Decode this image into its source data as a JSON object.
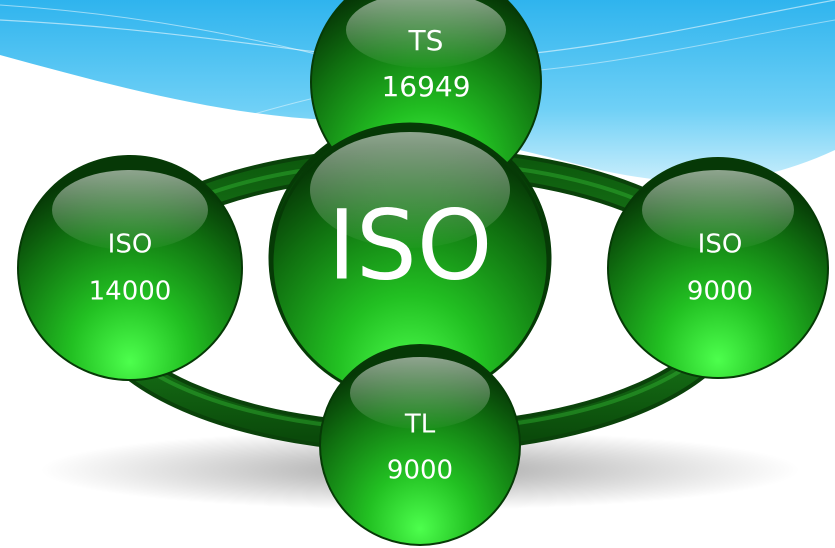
{
  "diagram": {
    "center": {
      "label": "ISO"
    },
    "nodes": {
      "top": {
        "line1": "TS",
        "line2": "16949"
      },
      "left": {
        "line1": "ISO",
        "line2": "14000"
      },
      "right": {
        "line1": "ISO",
        "line2": "9000"
      },
      "bottom": {
        "line1": "TL",
        "line2": "9000"
      }
    },
    "colors": {
      "sky_light": "#aee3fb",
      "sky": "#4fc3f1",
      "sphere_light": "#3cff3c",
      "sphere_mid": "#1fa81f",
      "sphere_dark": "#0a4a0a",
      "ring_dark": "#0b4f0b",
      "ring_light": "#2aa62a"
    }
  }
}
